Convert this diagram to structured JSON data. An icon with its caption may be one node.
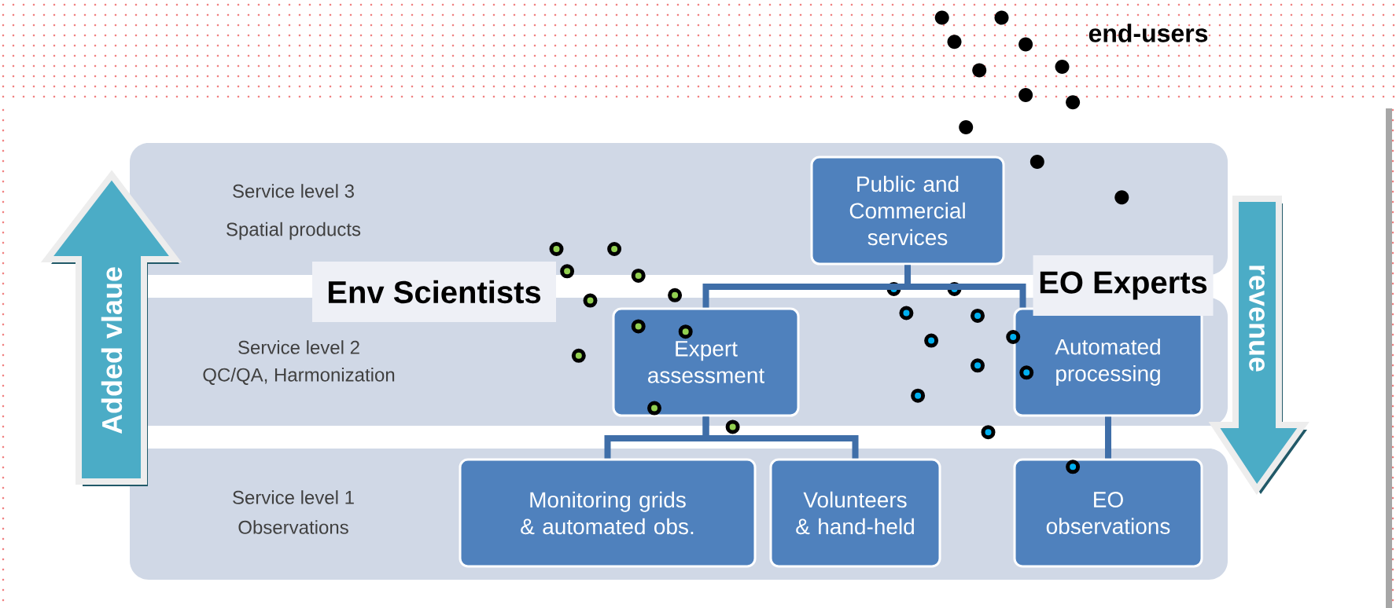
{
  "diagram": {
    "nodes": [
      {
        "text": [
          "Service level 3",
          "Spatial products"
        ]
      },
      {
        "text": [
          "Service level 2",
          "QC/QA, Harmonization"
        ]
      },
      {
        "text": [
          "Service level 1",
          "Observations"
        ]
      },
      {
        "text": [
          "Public and Commercial services"
        ],
        "in": 0
      },
      {
        "text": [
          "Expert assessment"
        ],
        "in": 1
      },
      {
        "text": [
          "Automated processing"
        ],
        "in": 1
      },
      {
        "text": [
          "Monitoring grids & automated obs."
        ],
        "in": 2
      },
      {
        "text": [
          "Volunteers & hand-held"
        ],
        "in": 2
      },
      {
        "text": [
          "EO observations"
        ],
        "in": 2
      },
      {
        "text": [
          "Added vlaue"
        ]
      },
      {
        "text": [
          "revenue"
        ]
      },
      {
        "text": [
          "Env Scientists"
        ]
      },
      {
        "text": [
          "EO Experts"
        ]
      }
    ],
    "edges": [
      {
        "from": 3,
        "to": 4,
        "arrow": "none"
      },
      {
        "from": 3,
        "to": 5,
        "arrow": "none"
      },
      {
        "from": 4,
        "to": 6,
        "arrow": "none"
      },
      {
        "from": 4,
        "to": 7,
        "arrow": "none"
      },
      {
        "from": 5,
        "to": 8,
        "arrow": "none"
      }
    ],
    "labels": [
      "end-users"
    ]
  }
}
